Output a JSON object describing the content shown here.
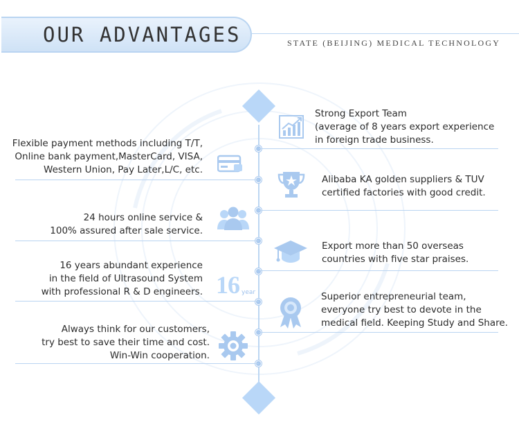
{
  "header": {
    "title": "OUR ADVANTAGES",
    "subtitle": "STATE (BEIJING) MEDICAL TECHNOLOGY"
  },
  "colors": {
    "accent": "#b9d7f8",
    "accent_dark": "#a9c9ef",
    "text": "#2b2b2b"
  },
  "advantages_left": [
    {
      "icon": "credit-card-icon",
      "lines": [
        "Flexible payment methods including T/T,",
        "Online bank payment,MasterCard, VISA,",
        "Western Union, Pay Later,L/C, etc."
      ]
    },
    {
      "icon": "team-people-icon",
      "lines": [
        "24 hours online service &",
        "100% assured after sale service."
      ]
    },
    {
      "icon": "sixteen-year-icon",
      "lines": [
        "16 years abundant experience",
        "in the field of Ultrasound System",
        "with professional R & D engineers."
      ]
    },
    {
      "icon": "gear-icon",
      "lines": [
        "Always think for our customers,",
        "try best to save their time and cost.",
        "Win-Win cooperation."
      ]
    }
  ],
  "advantages_right": [
    {
      "icon": "growth-chart-icon",
      "lines": [
        "Strong Export Team",
        "(average of 8 years export experience",
        "in foreign trade business."
      ]
    },
    {
      "icon": "trophy-icon",
      "lines": [
        "Alibaba KA golden suppliers & TUV",
        "certified factories with good credit."
      ]
    },
    {
      "icon": "graduation-cap-icon",
      "lines": [
        "Export more than 50 overseas",
        "countries with five star praises."
      ]
    },
    {
      "icon": "award-ribbon-icon",
      "lines": [
        "Superior entrepreneurial team,",
        "everyone try best to devote in the",
        "medical field. Keeping Study and Share."
      ]
    }
  ],
  "badge": {
    "number": "16",
    "unit": "year"
  }
}
